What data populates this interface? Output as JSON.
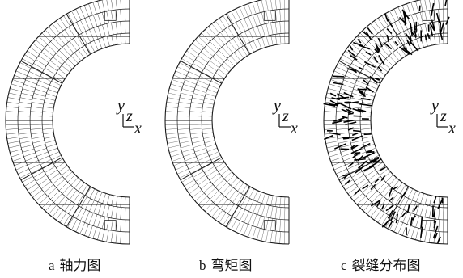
{
  "panels": [
    {
      "id": "a",
      "letter": "a",
      "title": "轴力图",
      "axes": {
        "y": "y",
        "z": "z",
        "x": "x"
      }
    },
    {
      "id": "b",
      "letter": "b",
      "title": "弯矩图",
      "axes": {
        "y": "y",
        "z": "z",
        "x": "x"
      }
    },
    {
      "id": "c",
      "letter": "c",
      "title": "裂缝分布图",
      "axes": {
        "y": "y",
        "z": "z",
        "x": "x"
      }
    }
  ],
  "colors": {
    "line": "#1a1a1a",
    "background": "#ffffff",
    "crack": "#000000"
  }
}
